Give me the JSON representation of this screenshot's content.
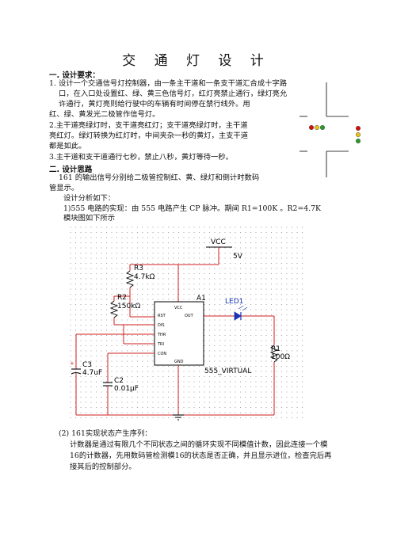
{
  "title": "交 通 灯 设 计",
  "s1": {
    "heading": "一. 设计要求：",
    "l1": "1. 设计一个交通信号灯控制器，由一条主干道和一条支干道汇合成十字路",
    "l2": "口，在入口处设置红、绿、黄三色信号灯，红灯亮禁止通行，绿灯亮允",
    "l3": "许通行，黄灯亮则给行驶中的车辆有时间停在禁行线外。用",
    "l4": "红、绿、黄发光二极管作信号灯。",
    "l5": "2.主干道亮绿灯时，支干道亮红灯；支干道亮绿灯时，主干道",
    "l6": "亮红灯。绿灯转换为红灯时，中间夹杂一秒的黄灯，主支干道",
    "l7": "都是如此。",
    "l8": "3.主干道和支干道通行七秒，禁止八秒，黄灯等待一秒。"
  },
  "s2": {
    "heading": "二. 设计思路",
    "l1": "161 的输出信号分别给二极管控制红、黄、绿灯和倒计时数码",
    "l2": "管显示。",
    "l3": "设计分析如下：",
    "l4": "1)555 电路的实现：由 555 电路产生 CP 脉冲。期间 R1=100K 。R2=4.7K",
    "l5": "模块图如下所示"
  },
  "circuit": {
    "vcc": "VCC",
    "vcc_val": "5V",
    "r3": "R3",
    "r3_val": "4.7kΩ",
    "r2": "R2",
    "r2_val": "150kΩ",
    "a1": "A1",
    "led": "LED1",
    "r1": "R1",
    "r1_val": "100Ω",
    "c3": "C3",
    "c3_val": "4.7uF",
    "c2": "C2",
    "c2_val": "0.01µF",
    "chip_name": "555_VIRTUAL",
    "pin_vcc": "VCC",
    "pin_rst": "RST",
    "pin_out": "OUT",
    "pin_dis": "DIS",
    "pin_thr": "THR",
    "pin_tri": "TRI",
    "pin_con": "CON",
    "pin_gnd": "GND"
  },
  "s3": {
    "l1": "(2)  161实现状态产生序列：",
    "l2": "计数器是通过有限几个不同状态之间的循环实现不同模值计数，因此连接一个模",
    "l3": "16的计数器，先用数码管检测模16的状态是否正确，并且显示进位，检查完后再",
    "l4": "接其后的控制部分。"
  }
}
